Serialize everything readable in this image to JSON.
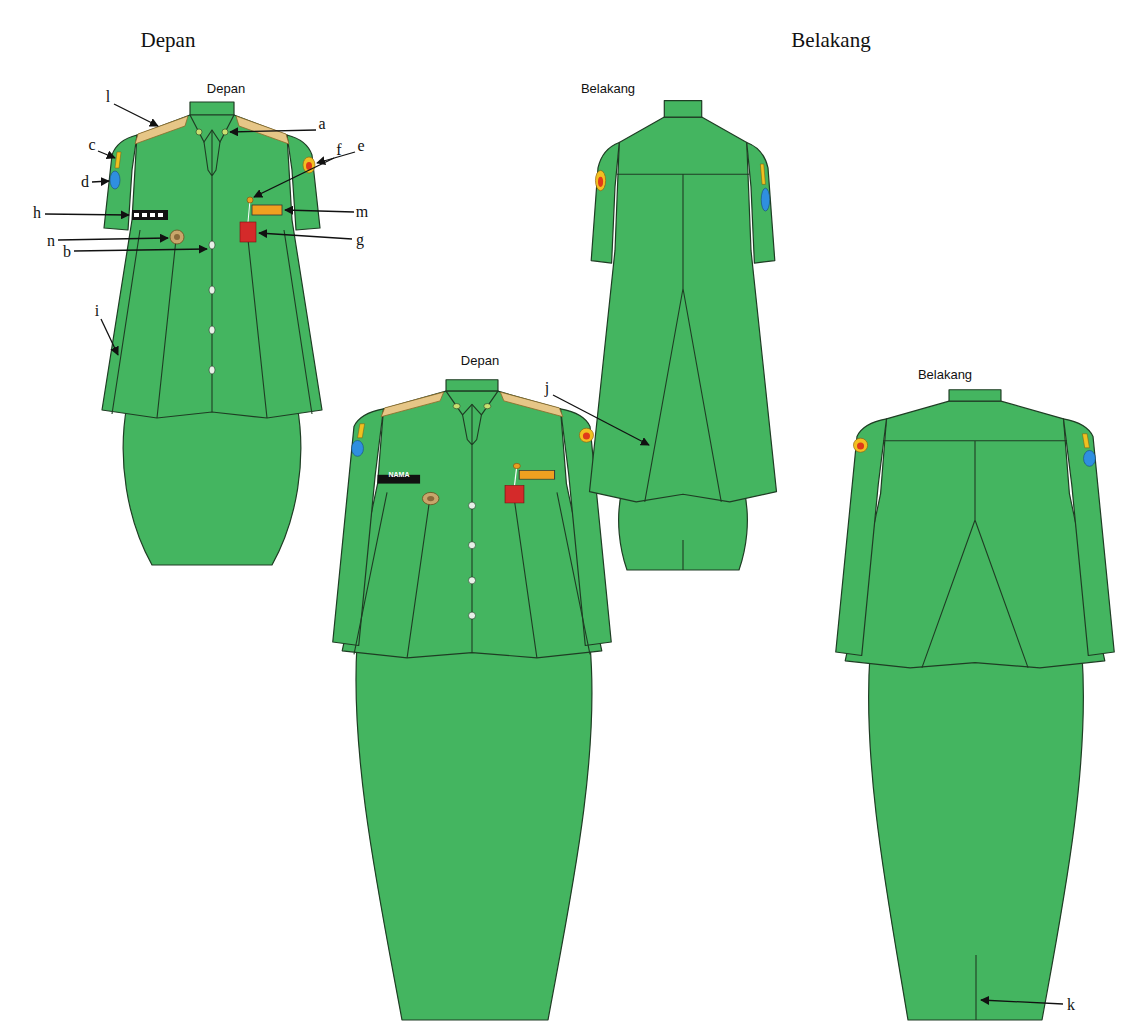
{
  "diagram": {
    "labels": [
      "Depan",
      "Belakang",
      "Depan",
      "Belakang",
      "l",
      "a",
      "c",
      "f",
      "e",
      "d",
      "h",
      "m",
      "n",
      "b",
      "g",
      "i",
      "j",
      "Depan",
      "NAMA",
      "Belakang",
      "k"
    ]
  }
}
